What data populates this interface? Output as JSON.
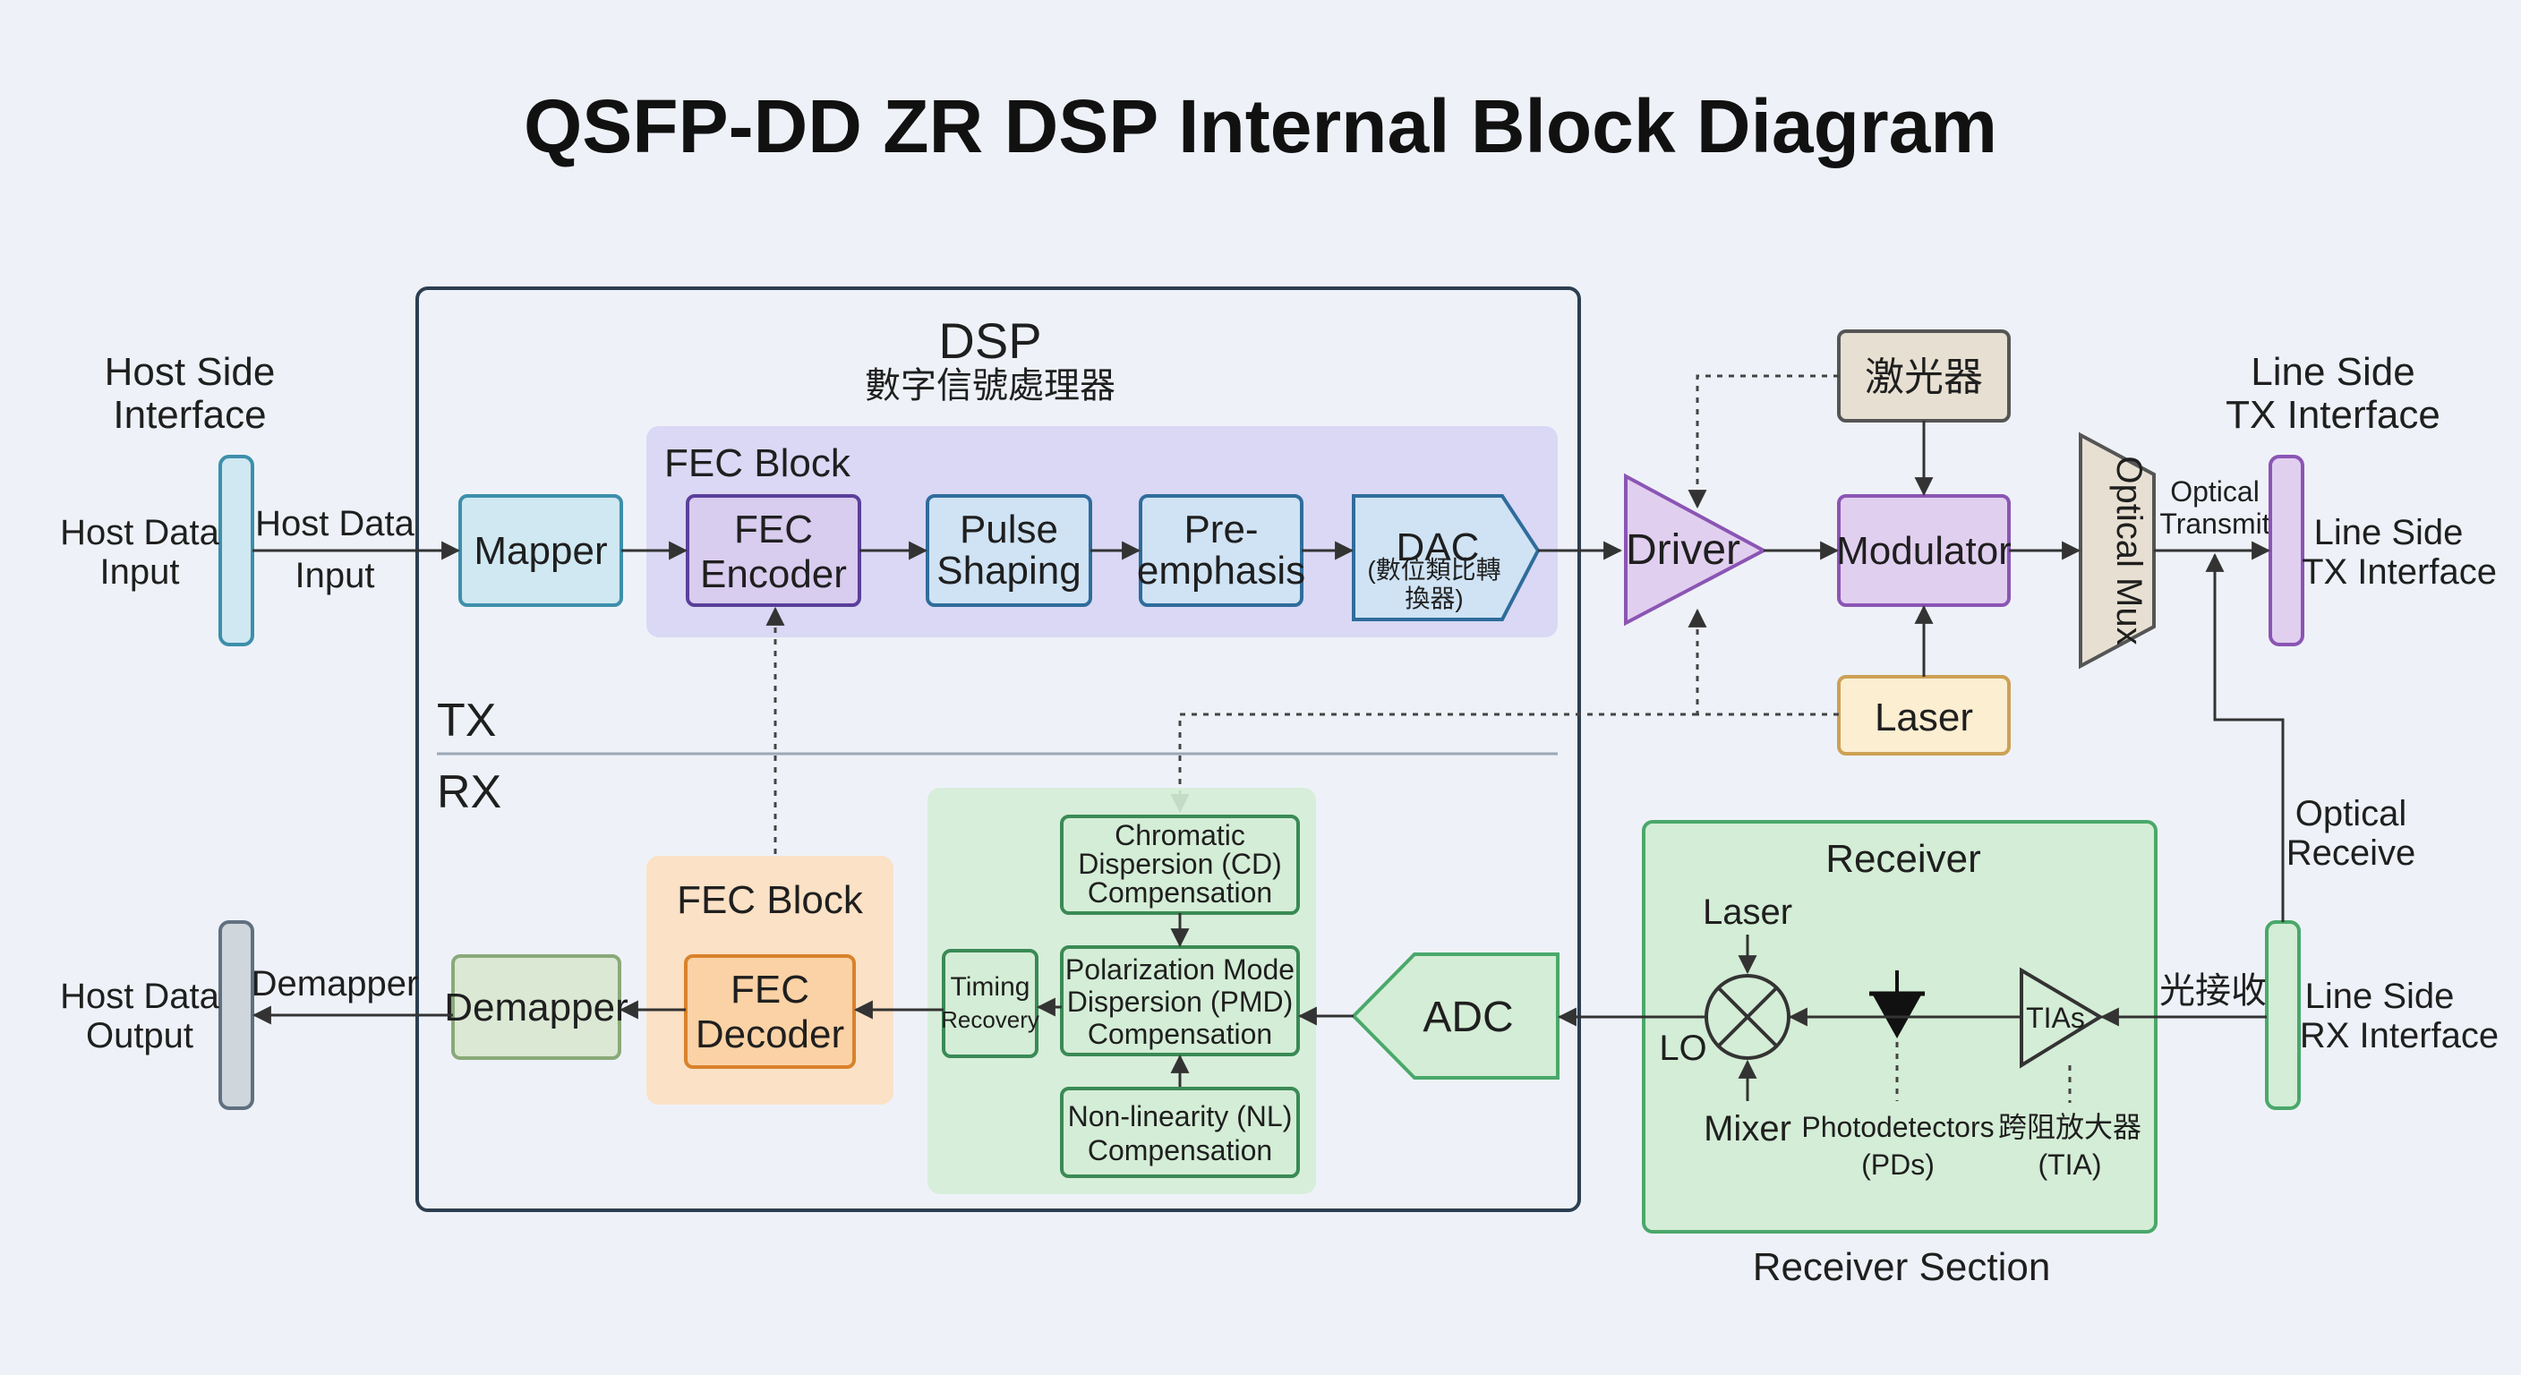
{
  "title": "QSFP-DD ZR DSP Internal Block Diagram",
  "colors": {
    "background": "#eef2f8",
    "dsp_border": "#2c3e50",
    "mapper_fill": "#cfe8f2",
    "mapper_stroke": "#3d8fab",
    "fec_tx_fill": "#d6d4f3",
    "fec_stroke": "#5a3f9a",
    "blue_fill": "#cfe3f4",
    "blue_stroke": "#2f6c9c",
    "purple_fill": "#e1cff0",
    "purple_stroke": "#8b55b4",
    "tan_fill": "#e7e0d2",
    "yellow_fill": "#fbeed1",
    "yellow_stroke": "#cca155",
    "green_fill": "#d4edd6",
    "green_stroke": "#4aa86a",
    "orange_fill": "#fbdfc2",
    "orange_stroke": "#d9822b",
    "gray_fill": "#cfd6dc"
  },
  "host": {
    "side_label_1": "Host Side",
    "side_label_2": "Interface",
    "data_input_1": "Host Data",
    "data_input_2": "Input",
    "arrow_label_1": "Host Data",
    "arrow_label_2": "Input",
    "data_output_1": "Host Data",
    "data_output_2": "Output",
    "demapper_arrow_label": "Demapper"
  },
  "dsp": {
    "title": "DSP",
    "subtitle": "數字信號處理器",
    "tx_label": "TX",
    "rx_label": "RX",
    "tx_fec_block_label": "FEC Block",
    "rx_fec_block_label": "FEC Block"
  },
  "tx": {
    "mapper": "Mapper",
    "fec_encoder_1": "FEC",
    "fec_encoder_2": "Encoder",
    "pulse_shaping_1": "Pulse",
    "pulse_shaping_2": "Shaping",
    "pre_emphasis_1": "Pre-",
    "pre_emphasis_2": "emphasis",
    "dac_1": "DAC",
    "dac_2": "(數位類比轉",
    "dac_3": "換器)"
  },
  "rx": {
    "cd_1": "Chromatic",
    "cd_2": "Dispersion (CD)",
    "cd_3": "Compensation",
    "pmd_1": "Polarization Mode",
    "pmd_2": "Dispersion (PMD)",
    "pmd_3": "Compensation",
    "nl_1": "Non-linearity (NL)",
    "nl_2": "Compensation",
    "timing_1": "Timing",
    "timing_2": "Recovery",
    "fec_decoder_1": "FEC",
    "fec_decoder_2": "Decoder",
    "demapper": "Demapper",
    "adc": "ADC"
  },
  "optical_tx": {
    "driver": "Driver",
    "modulator": "Modulator",
    "laser": "Laser",
    "top_box": "激光器",
    "optical_mux": "Optical Mux",
    "transmit_1": "Optical",
    "transmit_2": "Transmit",
    "line_tx_title_1": "Line Side",
    "line_tx_title_2": "TX Interface",
    "line_tx_side_1": "Line Side",
    "line_tx_side_2": "TX Interface"
  },
  "receiver": {
    "title": "Receiver",
    "laser": "Laser",
    "lo": "LO",
    "mixer": "Mixer",
    "photodetectors_1": "Photodetectors",
    "photodetectors_2": "(PDs)",
    "tia_1": "跨阻放大器",
    "tia_2": "(TIA)",
    "tias": "TIAs",
    "section_label": "Receiver Section",
    "optical_receive_1": "Optical",
    "optical_receive_2": "Receive",
    "optical_receive_cn": "光接收",
    "line_rx_1": "Line Side",
    "line_rx_2": "RX Interface"
  }
}
